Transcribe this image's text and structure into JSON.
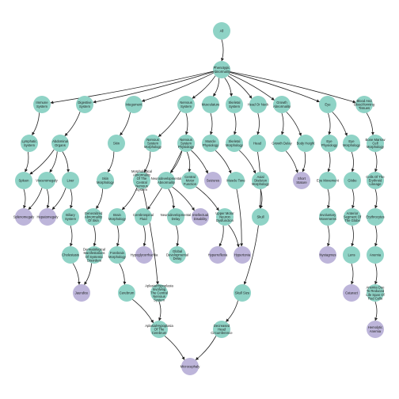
{
  "colors": {
    "phenotype_node": "#8fd3c6",
    "leaf_node": "#bdb5da",
    "edge": "#222222",
    "background": "#ffffff"
  },
  "nodes": [
    {
      "id": "all",
      "label": "All",
      "kind": "phenotype"
    },
    {
      "id": "phenotypic-abnormality",
      "label": "Phenotypic Abnormality",
      "kind": "phenotype"
    },
    {
      "id": "immune-system",
      "label": "Immune System",
      "kind": "phenotype"
    },
    {
      "id": "digestive-system",
      "label": "Digestive System",
      "kind": "phenotype"
    },
    {
      "id": "integument",
      "label": "Integument",
      "kind": "phenotype"
    },
    {
      "id": "nervous-system",
      "label": "Nervous System",
      "kind": "phenotype"
    },
    {
      "id": "musculature",
      "label": "Musculature",
      "kind": "phenotype"
    },
    {
      "id": "skeletal-system",
      "label": "Skeletal System",
      "kind": "phenotype"
    },
    {
      "id": "head-or-neck",
      "label": "Head Or Neck",
      "kind": "phenotype"
    },
    {
      "id": "growth-abnormality",
      "label": "Growth Abnormality",
      "kind": "phenotype"
    },
    {
      "id": "eye",
      "label": "Eye",
      "kind": "phenotype"
    },
    {
      "id": "blood-and-blood-forming-tissues",
      "label": "Blood And Blood-forming Tissues",
      "kind": "phenotype"
    },
    {
      "id": "lymphatic-system",
      "label": "Lymphatic System",
      "kind": "phenotype"
    },
    {
      "id": "abdominal-organs",
      "label": "Abdominal Organs",
      "kind": "phenotype"
    },
    {
      "id": "skin",
      "label": "Skin",
      "kind": "phenotype"
    },
    {
      "id": "nervous-system-morphology",
      "label": "Nervous System Morphology",
      "kind": "phenotype"
    },
    {
      "id": "nervous-system-physiology",
      "label": "Nervous System Physiology",
      "kind": "phenotype"
    },
    {
      "id": "muscle-physiology",
      "label": "Muscle Physiology",
      "kind": "phenotype"
    },
    {
      "id": "skeletal-morphology",
      "label": "Skeletal Morphology",
      "kind": "phenotype"
    },
    {
      "id": "head",
      "label": "Head",
      "kind": "phenotype"
    },
    {
      "id": "growth-delay",
      "label": "Growth Delay",
      "kind": "phenotype"
    },
    {
      "id": "body-height",
      "label": "Body Height",
      "kind": "phenotype"
    },
    {
      "id": "eye-physiology",
      "label": "Eye Physiology",
      "kind": "phenotype"
    },
    {
      "id": "eye-morphology",
      "label": "Eye Morphology",
      "kind": "phenotype"
    },
    {
      "id": "bone-marrow-cell-morphology",
      "label": "Bone Marrow Cell Morphology",
      "kind": "phenotype"
    },
    {
      "id": "spleen",
      "label": "Spleen",
      "kind": "phenotype"
    },
    {
      "id": "visceromegaly",
      "label": "Visceromegaly",
      "kind": "phenotype"
    },
    {
      "id": "liver",
      "label": "Liver",
      "kind": "phenotype"
    },
    {
      "id": "skin-morphology",
      "label": "Skin Morphology",
      "kind": "phenotype"
    },
    {
      "id": "morphological-abnormality-of-the-central-nervous-system",
      "label": "Morphological Abnormality Of The Central Nervous System",
      "kind": "phenotype"
    },
    {
      "id": "neurodevelopmental-abnormality",
      "label": "Neurodevelopmental Abnormality",
      "kind": "phenotype"
    },
    {
      "id": "central-motor-function",
      "label": "Central Motor Function",
      "kind": "phenotype"
    },
    {
      "id": "seizures",
      "label": "Seizures",
      "kind": "leaf"
    },
    {
      "id": "muscle-tone",
      "label": "Muscle Tone",
      "kind": "phenotype"
    },
    {
      "id": "axial-skeleton-morphology",
      "label": "Axial Skeleton Morphology",
      "kind": "phenotype"
    },
    {
      "id": "short-stature",
      "label": "Short Stature",
      "kind": "leaf"
    },
    {
      "id": "eye-movement",
      "label": "Eye Movement",
      "kind": "phenotype"
    },
    {
      "id": "globe",
      "label": "Globe",
      "kind": "phenotype"
    },
    {
      "id": "cells-of-the-erythroid-lineage",
      "label": "Cells Of The Erythroid Lineage",
      "kind": "phenotype"
    },
    {
      "id": "splenomegaly",
      "label": "Splenomegaly",
      "kind": "leaf"
    },
    {
      "id": "hepatomegaly",
      "label": "Hepatomegaly",
      "kind": "leaf"
    },
    {
      "id": "biliary-system",
      "label": "Biliary System",
      "kind": "phenotype"
    },
    {
      "id": "generalized-abnormality-of-skin",
      "label": "Generalized Abnormality Of Skin",
      "kind": "phenotype"
    },
    {
      "id": "brain-morphology",
      "label": "Brain Morphology",
      "kind": "phenotype"
    },
    {
      "id": "cerebrospinal-fluid",
      "label": "Cerebrospinal Fluid",
      "kind": "phenotype"
    },
    {
      "id": "neurodevelopmental-delay",
      "label": "Neurodevelopmental Delay",
      "kind": "phenotype"
    },
    {
      "id": "intellectual-disability",
      "label": "Intellectual Disability",
      "kind": "leaf"
    },
    {
      "id": "upper-motor-neuron-dysfunction",
      "label": "Upper Motor Neuron Dysfunction",
      "kind": "phenotype"
    },
    {
      "id": "skull",
      "label": "Skull",
      "kind": "phenotype"
    },
    {
      "id": "involuntary-movements",
      "label": "Involuntary Movements",
      "kind": "phenotype"
    },
    {
      "id": "anterior-segment-of-the-globe",
      "label": "Anterior Segment Of The Globe",
      "kind": "phenotype"
    },
    {
      "id": "erythrocytes",
      "label": "Erythrocytes",
      "kind": "phenotype"
    },
    {
      "id": "cholestasis",
      "label": "Cholestasis",
      "kind": "phenotype"
    },
    {
      "id": "dermatological-manifestations-of-systemic-disorders",
      "label": "Dermatological Manifestations Of Systemic Disorders",
      "kind": "phenotype"
    },
    {
      "id": "forebrain-morphology",
      "label": "Forebrain Morphology",
      "kind": "phenotype"
    },
    {
      "id": "hypoglycorrhachia",
      "label": "Hypoglycorrhachia",
      "kind": "leaf"
    },
    {
      "id": "global-developmental-delay",
      "label": "Global Developmental Delay",
      "kind": "phenotype"
    },
    {
      "id": "hyperreflexia",
      "label": "Hyperreflexia",
      "kind": "leaf"
    },
    {
      "id": "hypertonia",
      "label": "Hypertonia",
      "kind": "leaf"
    },
    {
      "id": "nystagmus",
      "label": "Nystagmus",
      "kind": "leaf"
    },
    {
      "id": "lens",
      "label": "Lens",
      "kind": "phenotype"
    },
    {
      "id": "anemia",
      "label": "Anemia",
      "kind": "phenotype"
    },
    {
      "id": "jaundice",
      "label": "Jaundice",
      "kind": "leaf"
    },
    {
      "id": "aplasia-hypoplasia-involving-the-central-nervous-system",
      "label": "Aplasia/Hypoplasia Involving The Central Nervous System",
      "kind": "phenotype"
    },
    {
      "id": "cerebrum",
      "label": "Cerebrum",
      "kind": "phenotype"
    },
    {
      "id": "skull-size",
      "label": "Skull Size",
      "kind": "phenotype"
    },
    {
      "id": "cataract",
      "label": "Cataract",
      "kind": "leaf"
    },
    {
      "id": "anemia-due-to-reduced-life-span-of-red-cells",
      "label": "Anemia Due To Reduced Life Span Of Red Cells",
      "kind": "phenotype"
    },
    {
      "id": "aplasia-hypoplasia-of-the-cerebrum",
      "label": "Aplasia/Hypoplasia Of The Cerebrum",
      "kind": "phenotype"
    },
    {
      "id": "decreased-head-circumference",
      "label": "Decreased Head Circumference",
      "kind": "phenotype"
    },
    {
      "id": "hemolytic-anemia",
      "label": "Hemolytic Anemia",
      "kind": "leaf"
    },
    {
      "id": "microcephaly",
      "label": "Microcephaly",
      "kind": "leaf"
    }
  ],
  "edges": [
    [
      "all",
      "phenotypic-abnormality"
    ],
    [
      "phenotypic-abnormality",
      "immune-system"
    ],
    [
      "phenotypic-abnormality",
      "digestive-system"
    ],
    [
      "phenotypic-abnormality",
      "integument"
    ],
    [
      "phenotypic-abnormality",
      "nervous-system"
    ],
    [
      "phenotypic-abnormality",
      "musculature"
    ],
    [
      "phenotypic-abnormality",
      "skeletal-system"
    ],
    [
      "phenotypic-abnormality",
      "head-or-neck"
    ],
    [
      "phenotypic-abnormality",
      "growth-abnormality"
    ],
    [
      "phenotypic-abnormality",
      "eye"
    ],
    [
      "phenotypic-abnormality",
      "blood-and-blood-forming-tissues"
    ],
    [
      "immune-system",
      "lymphatic-system"
    ],
    [
      "digestive-system",
      "abdominal-organs"
    ],
    [
      "integument",
      "skin"
    ],
    [
      "nervous-system",
      "nervous-system-morphology"
    ],
    [
      "nervous-system",
      "nervous-system-physiology"
    ],
    [
      "musculature",
      "muscle-physiology"
    ],
    [
      "skeletal-system",
      "skeletal-morphology"
    ],
    [
      "head-or-neck",
      "head"
    ],
    [
      "growth-abnormality",
      "growth-delay"
    ],
    [
      "growth-abnormality",
      "body-height"
    ],
    [
      "eye",
      "eye-physiology"
    ],
    [
      "eye",
      "eye-morphology"
    ],
    [
      "blood-and-blood-forming-tissues",
      "bone-marrow-cell-morphology"
    ],
    [
      "lymphatic-system",
      "spleen"
    ],
    [
      "abdominal-organs",
      "spleen"
    ],
    [
      "abdominal-organs",
      "visceromegaly"
    ],
    [
      "abdominal-organs",
      "liver"
    ],
    [
      "skin",
      "skin-morphology"
    ],
    [
      "nervous-system-morphology",
      "morphological-abnormality-of-the-central-nervous-system"
    ],
    [
      "nervous-system-physiology",
      "neurodevelopmental-abnormality"
    ],
    [
      "nervous-system-physiology",
      "central-motor-function"
    ],
    [
      "nervous-system-physiology",
      "seizures"
    ],
    [
      "muscle-physiology",
      "muscle-tone"
    ],
    [
      "skeletal-morphology",
      "axial-skeleton-morphology"
    ],
    [
      "head",
      "skull"
    ],
    [
      "growth-delay",
      "short-stature"
    ],
    [
      "body-height",
      "short-stature"
    ],
    [
      "eye-physiology",
      "eye-movement"
    ],
    [
      "eye-morphology",
      "globe"
    ],
    [
      "bone-marrow-cell-morphology",
      "cells-of-the-erythroid-lineage"
    ],
    [
      "spleen",
      "splenomegaly"
    ],
    [
      "visceromegaly",
      "splenomegaly"
    ],
    [
      "visceromegaly",
      "hepatomegaly"
    ],
    [
      "liver",
      "hepatomegaly"
    ],
    [
      "liver",
      "biliary-system"
    ],
    [
      "skin-morphology",
      "generalized-abnormality-of-skin"
    ],
    [
      "morphological-abnormality-of-the-central-nervous-system",
      "brain-morphology"
    ],
    [
      "morphological-abnormality-of-the-central-nervous-system",
      "aplasia-hypoplasia-involving-the-central-nervous-system"
    ],
    [
      "nervous-system-physiology",
      "cerebrospinal-fluid"
    ],
    [
      "neurodevelopmental-abnormality",
      "neurodevelopmental-delay"
    ],
    [
      "neurodevelopmental-abnormality",
      "intellectual-disability"
    ],
    [
      "central-motor-function",
      "upper-motor-neuron-dysfunction"
    ],
    [
      "muscle-tone",
      "hypertonia"
    ],
    [
      "axial-skeleton-morphology",
      "skull"
    ],
    [
      "eye-movement",
      "involuntary-movements"
    ],
    [
      "globe",
      "anterior-segment-of-the-globe"
    ],
    [
      "cells-of-the-erythroid-lineage",
      "erythrocytes"
    ],
    [
      "biliary-system",
      "cholestasis"
    ],
    [
      "generalized-abnormality-of-skin",
      "dermatological-manifestations-of-systemic-disorders"
    ],
    [
      "brain-morphology",
      "forebrain-morphology"
    ],
    [
      "cerebrospinal-fluid",
      "hypoglycorrhachia"
    ],
    [
      "neurodevelopmental-delay",
      "global-developmental-delay"
    ],
    [
      "upper-motor-neuron-dysfunction",
      "hyperreflexia"
    ],
    [
      "upper-motor-neuron-dysfunction",
      "hypertonia"
    ],
    [
      "skull",
      "skull-size"
    ],
    [
      "involuntary-movements",
      "nystagmus"
    ],
    [
      "anterior-segment-of-the-globe",
      "lens"
    ],
    [
      "erythrocytes",
      "anemia"
    ],
    [
      "cholestasis",
      "jaundice"
    ],
    [
      "dermatological-manifestations-of-systemic-disorders",
      "jaundice"
    ],
    [
      "forebrain-morphology",
      "cerebrum"
    ],
    [
      "lens",
      "cataract"
    ],
    [
      "anemia",
      "anemia-due-to-reduced-life-span-of-red-cells"
    ],
    [
      "cerebrum",
      "aplasia-hypoplasia-of-the-cerebrum"
    ],
    [
      "aplasia-hypoplasia-involving-the-central-nervous-system",
      "aplasia-hypoplasia-of-the-cerebrum"
    ],
    [
      "skull-size",
      "decreased-head-circumference"
    ],
    [
      "anemia-due-to-reduced-life-span-of-red-cells",
      "hemolytic-anemia"
    ],
    [
      "aplasia-hypoplasia-of-the-cerebrum",
      "microcephaly"
    ],
    [
      "decreased-head-circumference",
      "microcephaly"
    ]
  ]
}
